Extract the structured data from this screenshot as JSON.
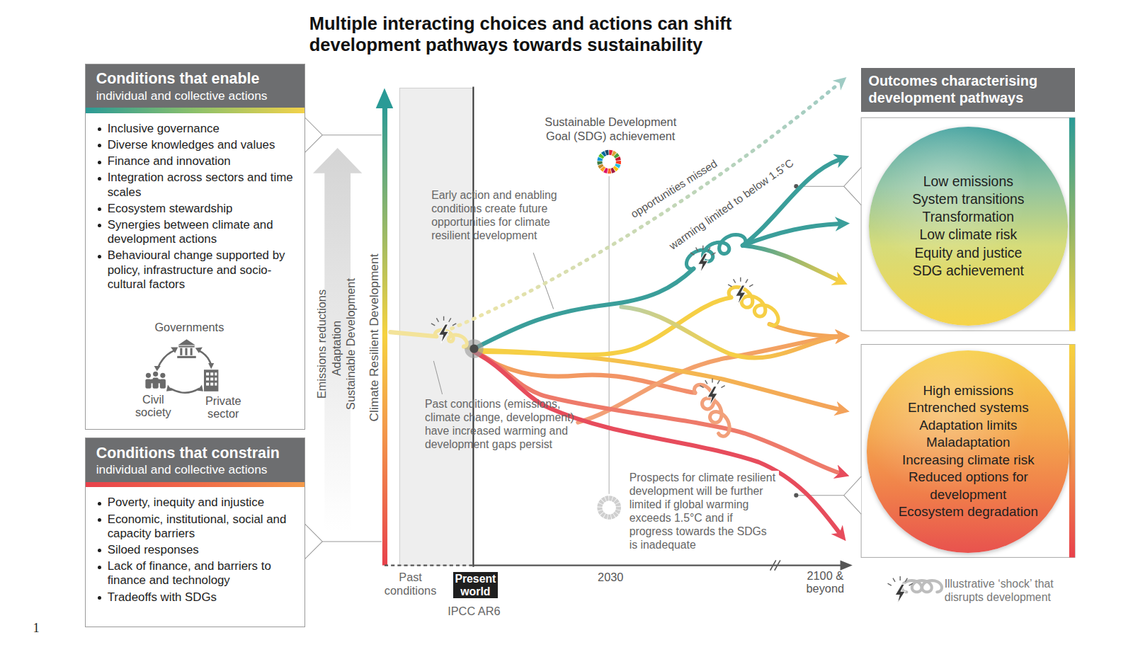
{
  "diagram": {
    "title": "Multiple interacting choices and actions can shift development pathways towards sustainability",
    "nodes": [
      {
        "text": [
          "Conditions that enable",
          "individual and collective actions",
          "Inclusive governance",
          "Diverse knowledges and values",
          "Finance and innovation",
          "Integration across sectors and time scales",
          "Ecosystem stewardship",
          "Synergies between climate and development actions",
          "Behavioural change supported by policy, infrastructure and socio-cultural factors"
        ]
      },
      {
        "text": [
          "Conditions that constrain",
          "individual and collective actions",
          "Poverty, inequity and injustice",
          "Economic, institutional, social and capacity barriers",
          "Siloed responses",
          "Lack of finance, and barriers to finance and technology",
          "Tradeoffs with SDGs"
        ]
      },
      {
        "text": [
          "Outcomes characterising development pathways"
        ]
      },
      {
        "text": [
          "Low emissions",
          "System transitions",
          "Transformation",
          "Low climate risk",
          "Equity and justice",
          "SDG achievement"
        ]
      },
      {
        "text": [
          "High emissions",
          "Entrenched systems",
          "Adaptation limits",
          "Maladaptation",
          "Increasing climate risk",
          "Reduced options for development",
          "Ecosystem degradation"
        ]
      }
    ],
    "labels": [
      "Governments",
      "Civil society",
      "Private sector",
      "Emissions reductions",
      "Adaptation",
      "Sustainable Development",
      "Climate Resilient Development",
      "Early action and enabling conditions create future opportunities for climate resilient development",
      "Past conditions (emissions, climate change, development) have increased warming and development gaps persist",
      "Sustainable Development Goal (SDG) achievement",
      "opportunities missed",
      "warming limited to below 1.5°C",
      "Prospects for climate resilient development will be further limited if global warming exceeds 1.5°C and if progress towards the SDGs is inadequate",
      "Past conditions",
      "Present world",
      "IPCC AR6",
      "2030",
      "2100 & beyond",
      "1"
    ],
    "legend": [
      {
        "text": "Illustrative ‘shock’ that disrupts development"
      }
    ]
  }
}
